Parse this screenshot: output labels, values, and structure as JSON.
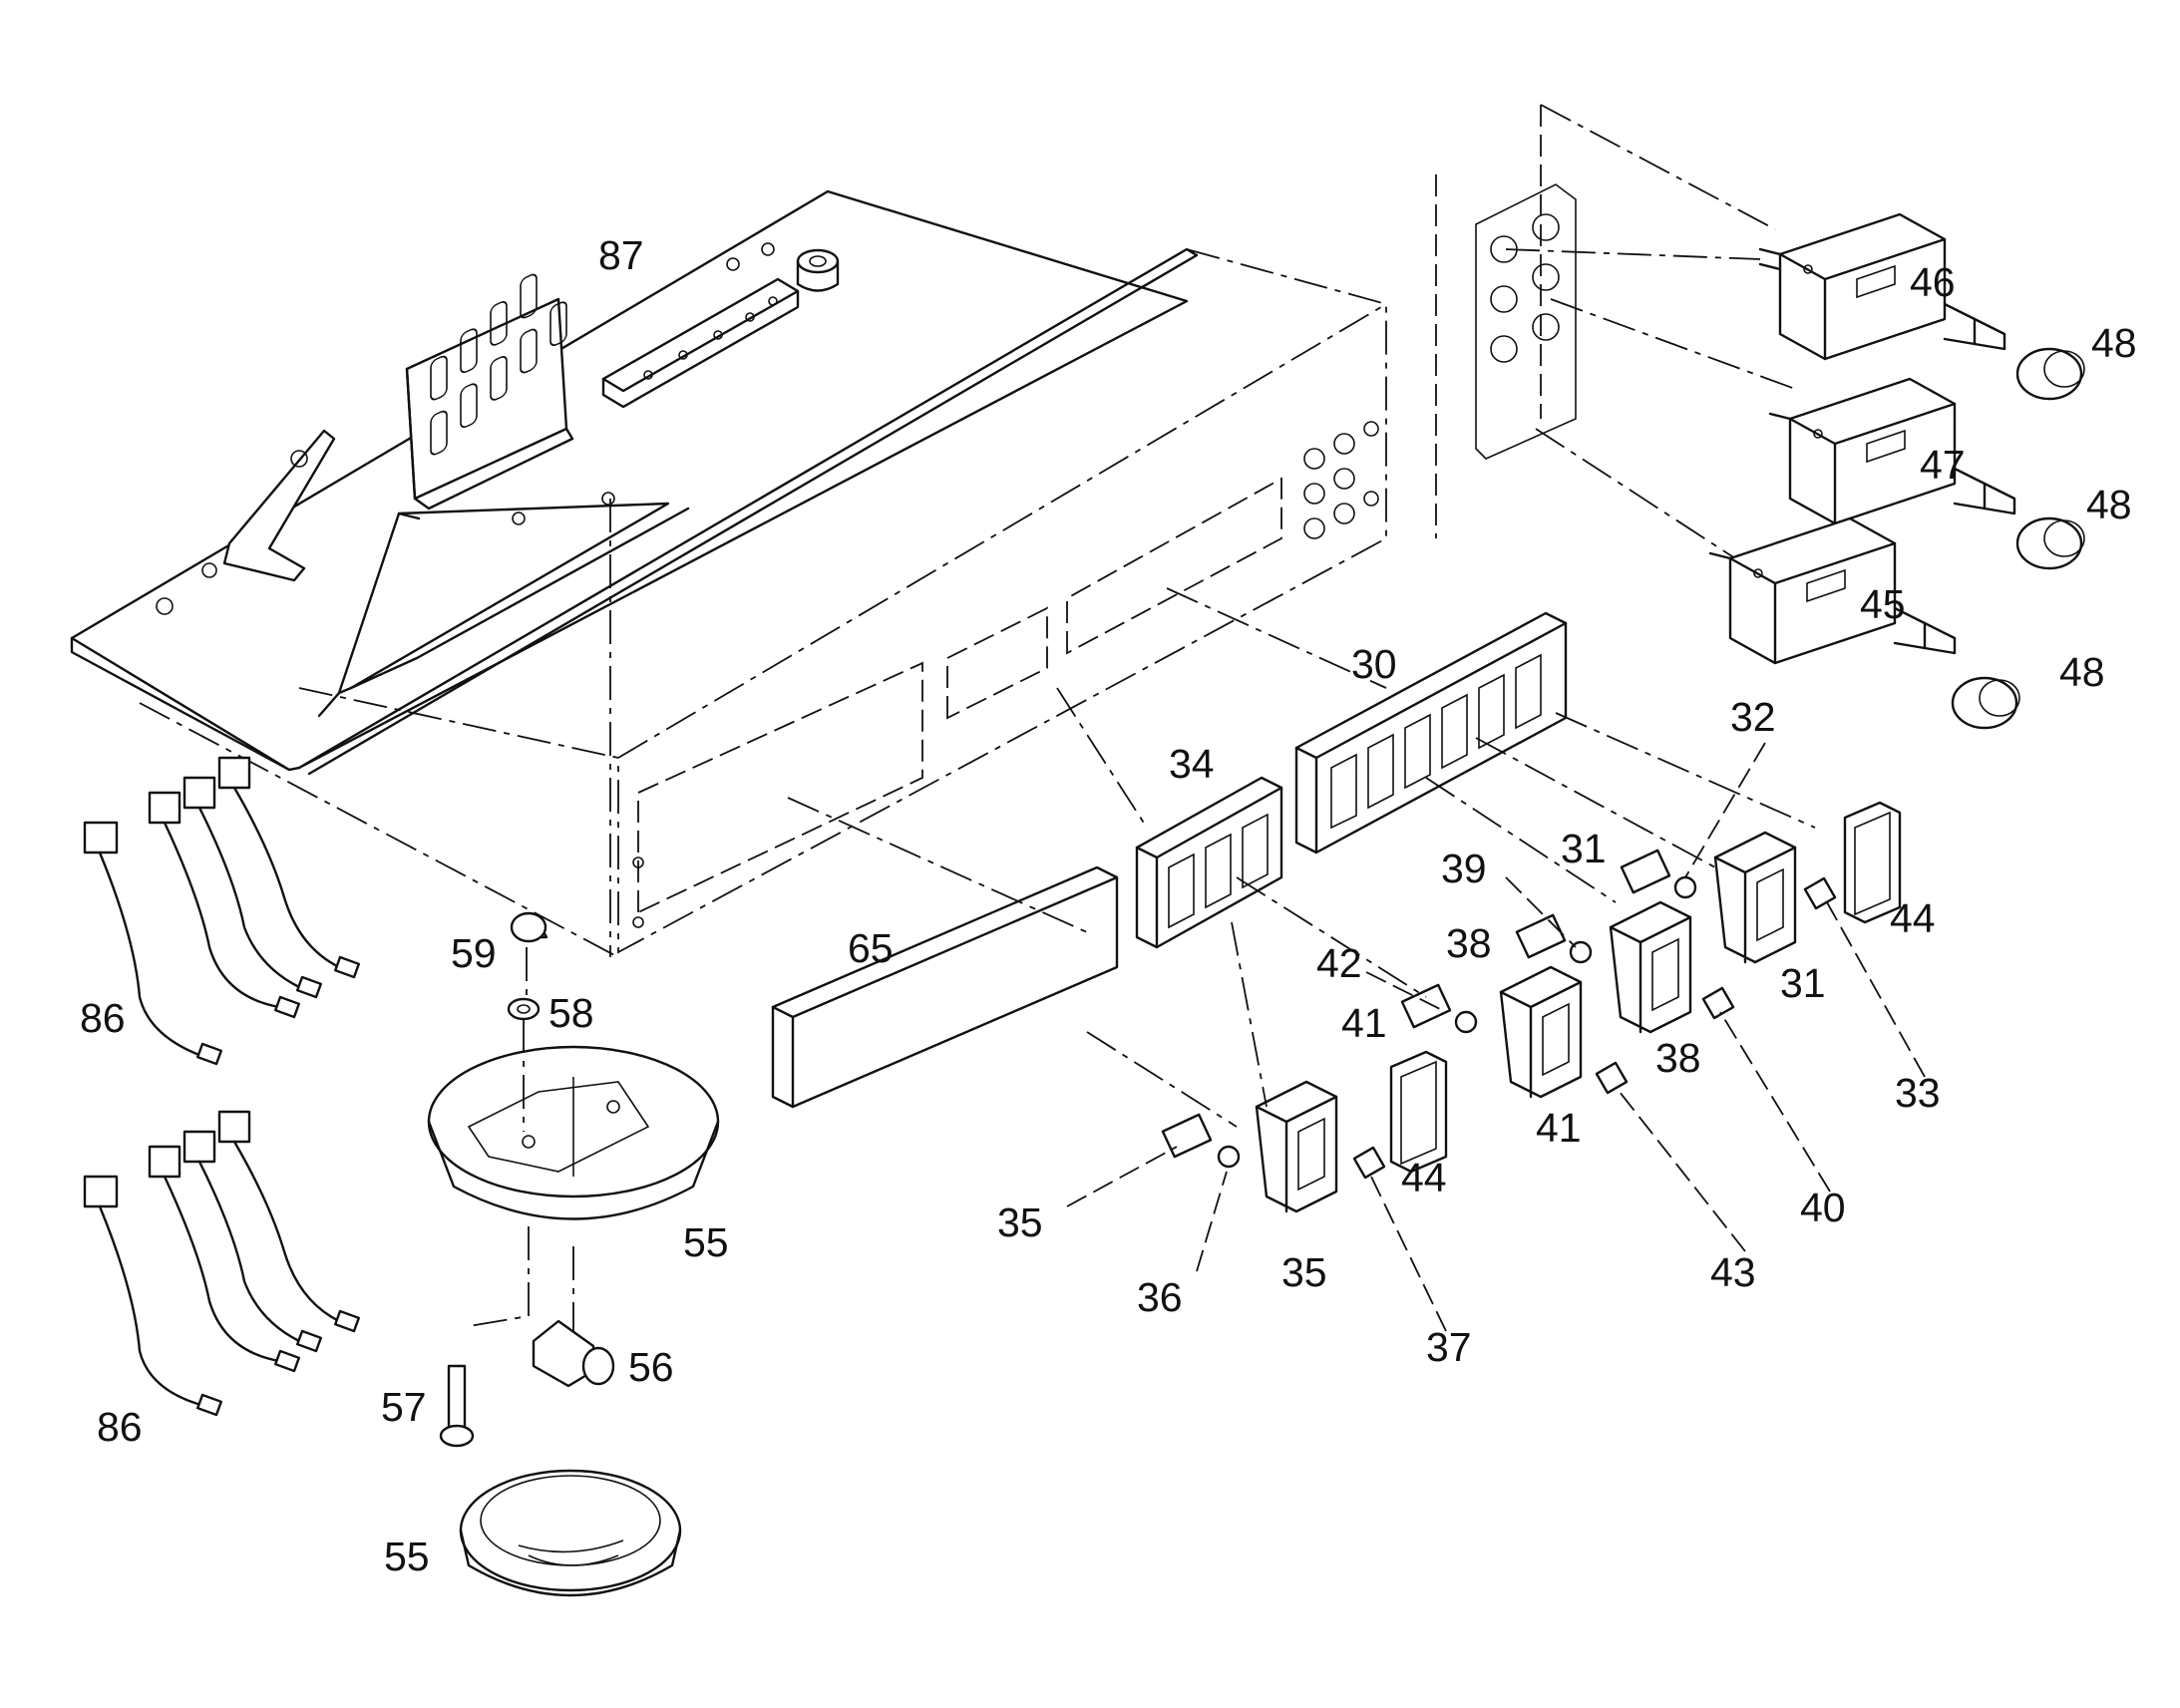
{
  "part_labels": {
    "p30": "30",
    "p31a": "31",
    "p31b": "31",
    "p32": "32",
    "p33": "33",
    "p34": "34",
    "p35a": "35",
    "p35b": "35",
    "p36": "36",
    "p37": "37",
    "p38a": "38",
    "p38b": "38",
    "p39": "39",
    "p40": "40",
    "p41a": "41",
    "p41b": "41",
    "p42": "42",
    "p43": "43",
    "p44a": "44",
    "p44b": "44",
    "p45": "45",
    "p46": "46",
    "p47": "47",
    "p48a": "48",
    "p48b": "48",
    "p48c": "48",
    "p55a": "55",
    "p55b": "55",
    "p56": "56",
    "p57": "57",
    "p58": "58",
    "p59": "59",
    "p65": "65",
    "p86a": "86",
    "p86b": "86",
    "p87": "87"
  }
}
